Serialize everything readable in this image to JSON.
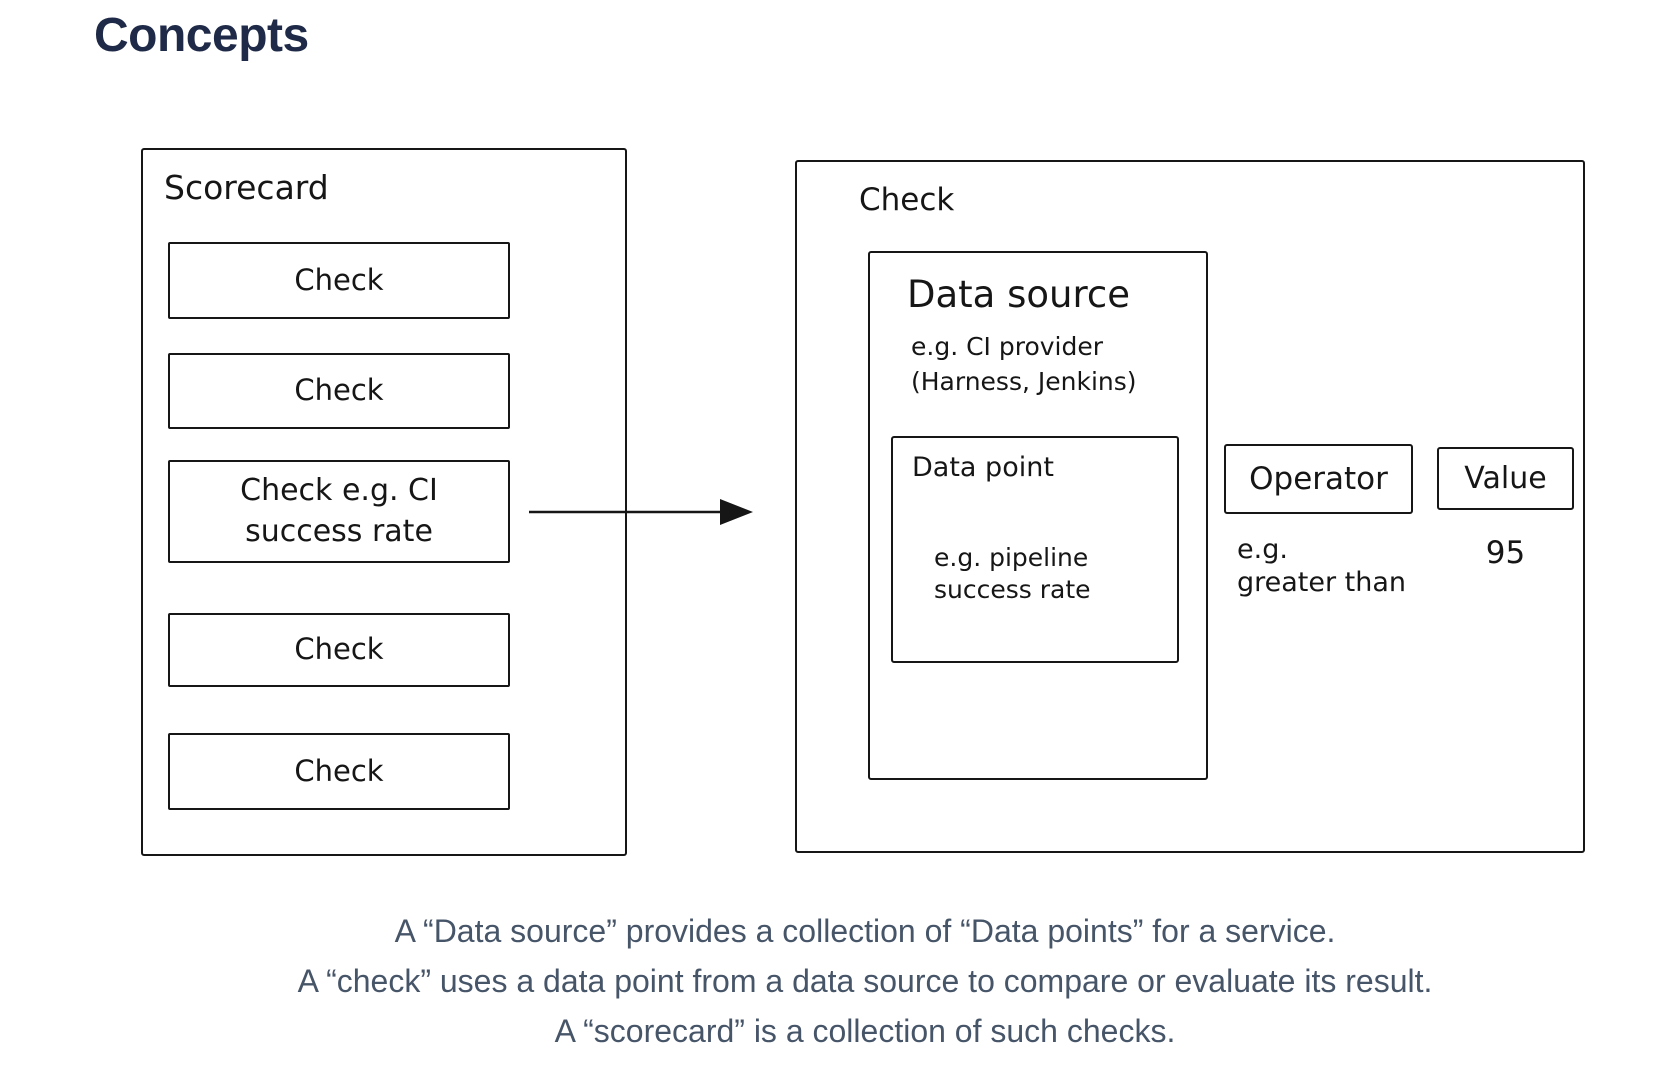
{
  "page": {
    "title": "Concepts"
  },
  "colors": {
    "title_text": "#1e2a47",
    "description_text": "#475569",
    "diagram_stroke": "#161616",
    "background": "#ffffff"
  },
  "diagram": {
    "arrow_icon": "arrow-right",
    "scorecard": {
      "label": "Scorecard",
      "checks": [
        {
          "text": "Check"
        },
        {
          "text": "Check"
        },
        {
          "text": "Check e.g. CI",
          "text2": "success rate"
        },
        {
          "text": "Check"
        },
        {
          "text": "Check"
        }
      ]
    },
    "check_detail": {
      "label": "Check",
      "data_source": {
        "label": "Data source",
        "example_line1": "e.g. CI provider",
        "example_line2": "(Harness, Jenkins)",
        "data_point": {
          "label": "Data point",
          "example_line1": "e.g. pipeline",
          "example_line2": "success rate"
        }
      },
      "operator": {
        "label": "Operator",
        "example_line1": "e.g.",
        "example_line2": "greater than"
      },
      "value": {
        "label": "Value",
        "example": "95"
      }
    }
  },
  "description": {
    "lines": [
      "A “Data source” provides a collection of “Data points” for a service.",
      "A “check” uses a data point from a data source to compare or evaluate its result.",
      "A “scorecard” is a collection of such checks."
    ]
  }
}
